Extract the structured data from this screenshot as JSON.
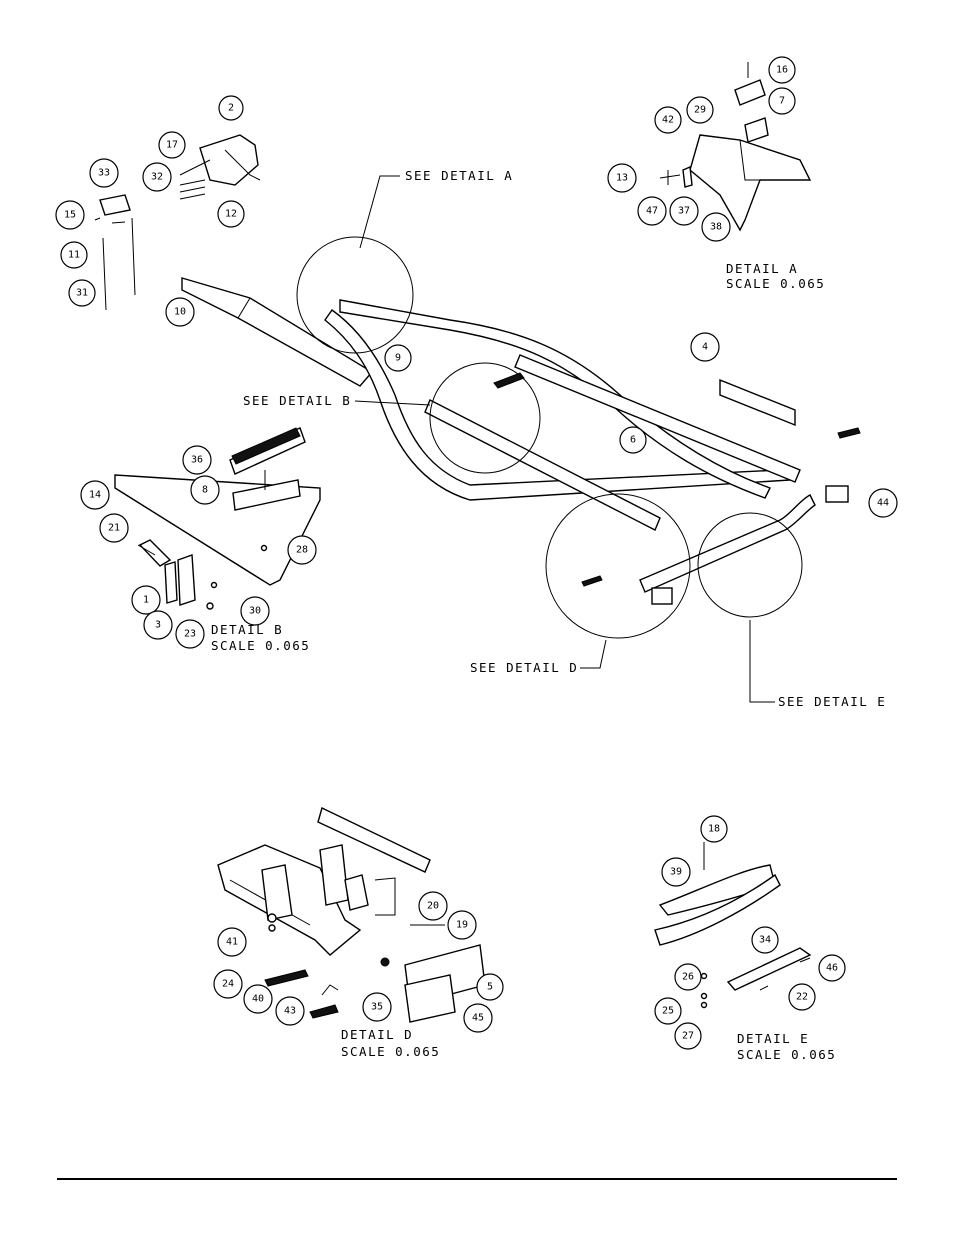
{
  "callouts": [
    "1",
    "2",
    "3",
    "4",
    "5",
    "6",
    "7",
    "8",
    "9",
    "10",
    "11",
    "12",
    "13",
    "14",
    "15",
    "16",
    "17",
    "18",
    "19",
    "20",
    "21",
    "22",
    "23",
    "24",
    "25",
    "26",
    "27",
    "28",
    "29",
    "30",
    "31",
    "32",
    "33",
    "34",
    "35",
    "36",
    "37",
    "38",
    "39",
    "40",
    "41",
    "42",
    "43",
    "44",
    "45",
    "46",
    "47"
  ],
  "labels": {
    "see_detail_a": "SEE DETAIL  A",
    "see_detail_b": "SEE DETAIL  B",
    "see_detail_d": "SEE DETAIL  D",
    "see_detail_e": "SEE DETAIL  E",
    "detail_a_title": "DETAIL  A",
    "detail_a_scale": "SCALE  0.065",
    "detail_b_title": "DETAIL  B",
    "detail_b_scale": "SCALE  0.065",
    "detail_d_title": "DETAIL  D",
    "detail_d_scale": "SCALE  0.065",
    "detail_e_title": "DETAIL  E",
    "detail_e_scale": "SCALE  0.065"
  }
}
